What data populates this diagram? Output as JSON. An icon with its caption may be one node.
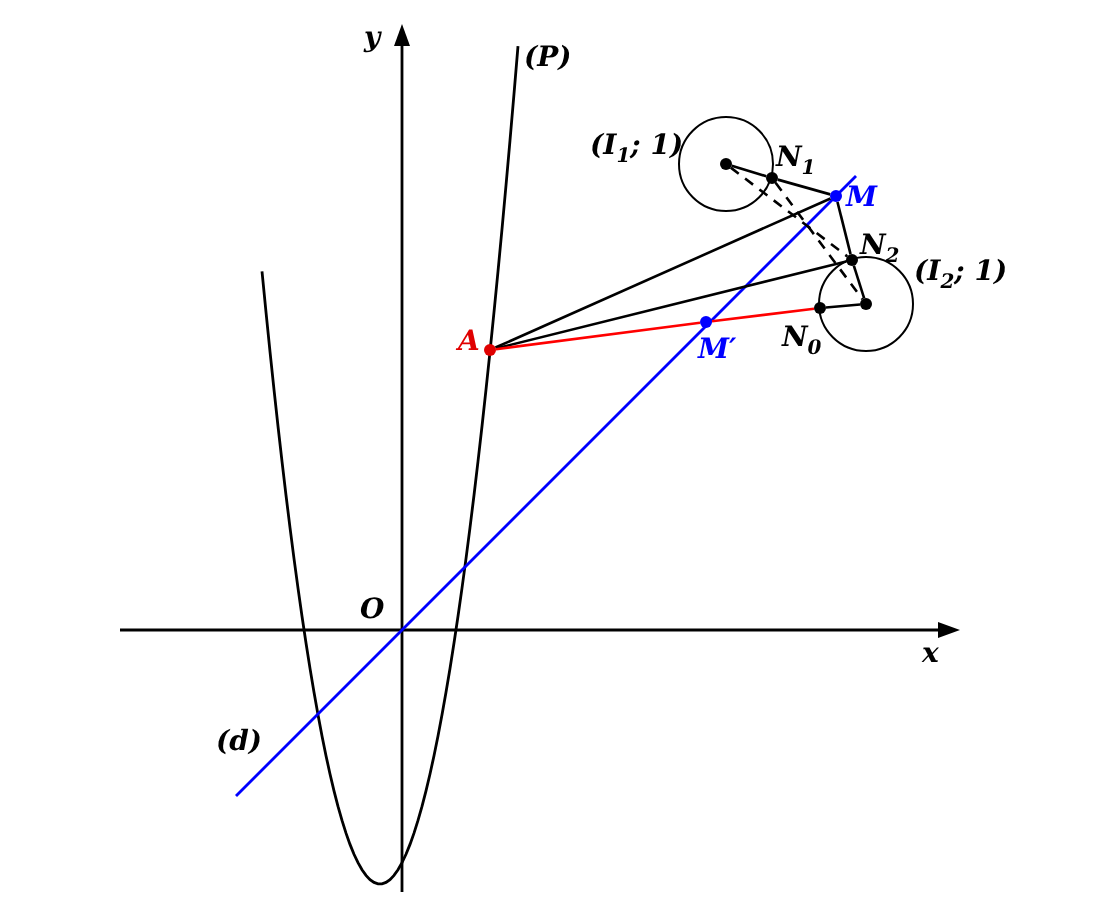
{
  "diagram": {
    "nodes": [
      {
        "text": [],
        "shape": "circle",
        "beside": [
          "A"
        ]
      },
      {
        "text": [],
        "shape": "circle",
        "beside": [
          "N$_{1}$"
        ]
      },
      {
        "text": [],
        "shape": "circle",
        "beside": [
          "M"
        ]
      },
      {
        "text": [],
        "shape": "circle",
        "beside": [
          "N$_{2}$"
        ],
        "in": 8
      },
      {
        "text": [],
        "shape": "circle",
        "beside": [
          "M′"
        ]
      },
      {
        "text": [],
        "shape": "circle",
        "beside": [
          "N$_{0}$"
        ]
      },
      {
        "text": [],
        "shape": "circle",
        "beside": [
          "(I$_{1}$; 1)"
        ]
      },
      {
        "text": [],
        "shape": "circle",
        "in": 6
      },
      {
        "text": [],
        "shape": "circle",
        "beside": [
          "(I$_{2}$; 1)"
        ]
      },
      {
        "text": [],
        "shape": "circle",
        "in": 8
      }
    ],
    "edges": [
      {
        "from": 0,
        "to": 2,
        "arrow": "none"
      },
      {
        "from": 0,
        "to": 3,
        "arrow": "none"
      },
      {
        "from": 0,
        "to": 4,
        "arrow": "none",
        "color": "#ff0000"
      },
      {
        "from": 4,
        "to": 5,
        "arrow": "none",
        "color": "#ff0000"
      },
      {
        "from": 5,
        "to": 9,
        "arrow": "none"
      },
      {
        "from": 7,
        "to": 1,
        "arrow": "none"
      },
      {
        "from": 1,
        "to": 2,
        "arrow": "none"
      },
      {
        "from": 2,
        "to": 3,
        "arrow": "none"
      },
      {
        "from": 3,
        "to": 9,
        "arrow": "none"
      },
      {
        "from": 7,
        "to": 3,
        "arrow": "none",
        "style": "dashed"
      },
      {
        "from": 1,
        "to": 9,
        "arrow": "none",
        "style": "dashed"
      }
    ],
    "labels": [
      "y",
      "(P)",
      "O",
      "x",
      "(d)"
    ]
  }
}
